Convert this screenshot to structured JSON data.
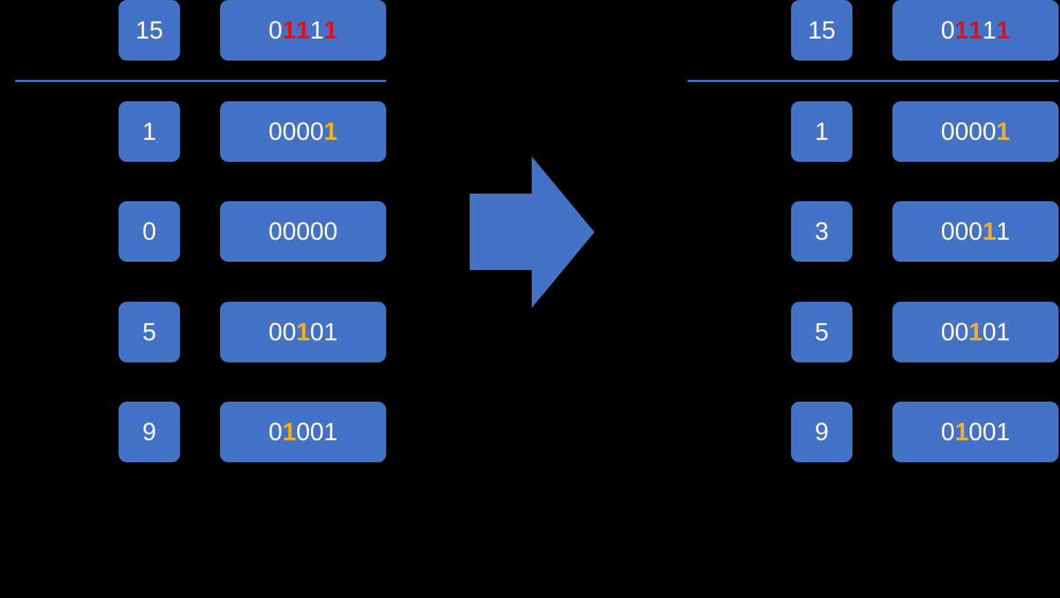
{
  "colors": {
    "background": "#000000",
    "box": "#4472C4",
    "text": "#FFFFFF",
    "highlight_red": "#E0101A",
    "highlight_yellow": "#F2B01E",
    "divider": "#4472C4",
    "arrow": "#4472C4"
  },
  "icons": {
    "arrow": "right-arrow-icon"
  },
  "panels": [
    {
      "name": "before",
      "rows": [
        {
          "number": "15",
          "bits": [
            {
              "d": "0",
              "hl": ""
            },
            {
              "d": "1",
              "hl": "red"
            },
            {
              "d": "1",
              "hl": "red"
            },
            {
              "d": "1",
              "hl": ""
            },
            {
              "d": "1",
              "hl": "red"
            }
          ]
        },
        {
          "number": "1",
          "bits": [
            {
              "d": "0",
              "hl": ""
            },
            {
              "d": "0",
              "hl": ""
            },
            {
              "d": "0",
              "hl": ""
            },
            {
              "d": "0",
              "hl": ""
            },
            {
              "d": "1",
              "hl": "yellow"
            }
          ]
        },
        {
          "number": "0",
          "bits": [
            {
              "d": "0",
              "hl": ""
            },
            {
              "d": "0",
              "hl": ""
            },
            {
              "d": "0",
              "hl": ""
            },
            {
              "d": "0",
              "hl": ""
            },
            {
              "d": "0",
              "hl": ""
            }
          ]
        },
        {
          "number": "5",
          "bits": [
            {
              "d": "0",
              "hl": ""
            },
            {
              "d": "0",
              "hl": ""
            },
            {
              "d": "1",
              "hl": "yellow"
            },
            {
              "d": "0",
              "hl": ""
            },
            {
              "d": "1",
              "hl": ""
            }
          ]
        },
        {
          "number": "9",
          "bits": [
            {
              "d": "0",
              "hl": ""
            },
            {
              "d": "1",
              "hl": "yellow"
            },
            {
              "d": "0",
              "hl": ""
            },
            {
              "d": "0",
              "hl": ""
            },
            {
              "d": "1",
              "hl": ""
            }
          ]
        }
      ]
    },
    {
      "name": "after",
      "rows": [
        {
          "number": "15",
          "bits": [
            {
              "d": "0",
              "hl": ""
            },
            {
              "d": "1",
              "hl": "red"
            },
            {
              "d": "1",
              "hl": "red"
            },
            {
              "d": "1",
              "hl": ""
            },
            {
              "d": "1",
              "hl": "red"
            }
          ]
        },
        {
          "number": "1",
          "bits": [
            {
              "d": "0",
              "hl": ""
            },
            {
              "d": "0",
              "hl": ""
            },
            {
              "d": "0",
              "hl": ""
            },
            {
              "d": "0",
              "hl": ""
            },
            {
              "d": "1",
              "hl": "yellow"
            }
          ]
        },
        {
          "number": "3",
          "bits": [
            {
              "d": "0",
              "hl": ""
            },
            {
              "d": "0",
              "hl": ""
            },
            {
              "d": "0",
              "hl": ""
            },
            {
              "d": "1",
              "hl": "yellow"
            },
            {
              "d": "1",
              "hl": ""
            }
          ]
        },
        {
          "number": "5",
          "bits": [
            {
              "d": "0",
              "hl": ""
            },
            {
              "d": "0",
              "hl": ""
            },
            {
              "d": "1",
              "hl": "yellow"
            },
            {
              "d": "0",
              "hl": ""
            },
            {
              "d": "1",
              "hl": ""
            }
          ]
        },
        {
          "number": "9",
          "bits": [
            {
              "d": "0",
              "hl": ""
            },
            {
              "d": "1",
              "hl": "yellow"
            },
            {
              "d": "0",
              "hl": ""
            },
            {
              "d": "0",
              "hl": ""
            },
            {
              "d": "1",
              "hl": ""
            }
          ]
        }
      ]
    }
  ]
}
